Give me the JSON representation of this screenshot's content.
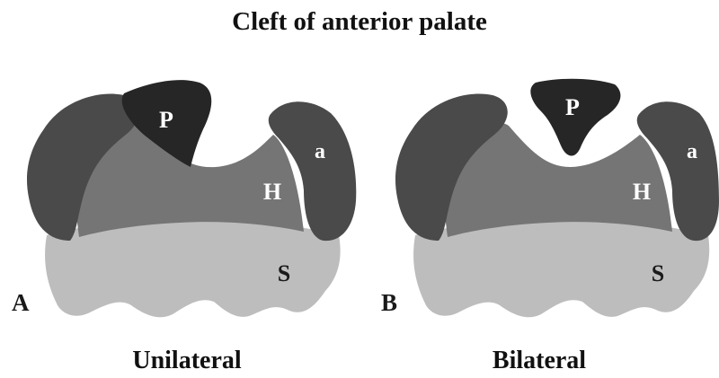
{
  "title": "Cleft of anterior palate",
  "panels": [
    {
      "panel_letter": "A",
      "caption": "Unilateral",
      "labels": {
        "premaxilla": "P",
        "alveolar": "a",
        "hard_palate": "H",
        "soft_palate": "S"
      }
    },
    {
      "panel_letter": "B",
      "caption": "Bilateral",
      "labels": {
        "premaxilla": "P",
        "alveolar": "a",
        "hard_palate": "H",
        "soft_palate": "S"
      }
    }
  ],
  "colors": {
    "soft_palate": "#bdbdbd",
    "hard_palate": "#757575",
    "alveolar": "#4a4a4a",
    "premaxilla": "#262626",
    "label_light": "#ffffff",
    "label_dark": "#1a1a1a"
  }
}
